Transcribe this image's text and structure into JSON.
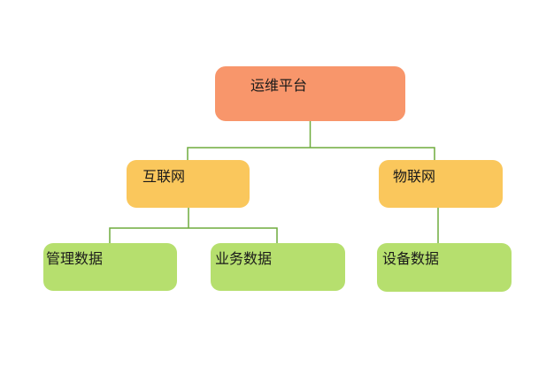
{
  "diagram": {
    "type": "tree",
    "root_label": "运维平台",
    "nodes": [
      {
        "id": "root",
        "label": "运维平台",
        "level": 1,
        "color": "#F8966B"
      },
      {
        "id": "internet",
        "label": "互联网",
        "level": 2,
        "color": "#FAC75C"
      },
      {
        "id": "iot",
        "label": "物联网",
        "level": 2,
        "color": "#FAC75C"
      },
      {
        "id": "mgmt",
        "label": "管理数据",
        "level": 3,
        "color": "#B6DF6E"
      },
      {
        "id": "biz",
        "label": "业务数据",
        "level": 3,
        "color": "#B6DF6E"
      },
      {
        "id": "device",
        "label": "设备数据",
        "level": 3,
        "color": "#B6DF6E"
      }
    ],
    "edges": [
      {
        "from": "root",
        "to": "internet"
      },
      {
        "from": "root",
        "to": "iot"
      },
      {
        "from": "internet",
        "to": "mgmt"
      },
      {
        "from": "internet",
        "to": "biz"
      },
      {
        "from": "iot",
        "to": "device"
      }
    ],
    "colors": {
      "level1_fill": "#F8966B",
      "level2_fill": "#FAC75C",
      "level3_fill": "#B6DF6E",
      "connector": "#6FAC3D",
      "text": "#1a1a1a",
      "background": "#ffffff"
    }
  }
}
